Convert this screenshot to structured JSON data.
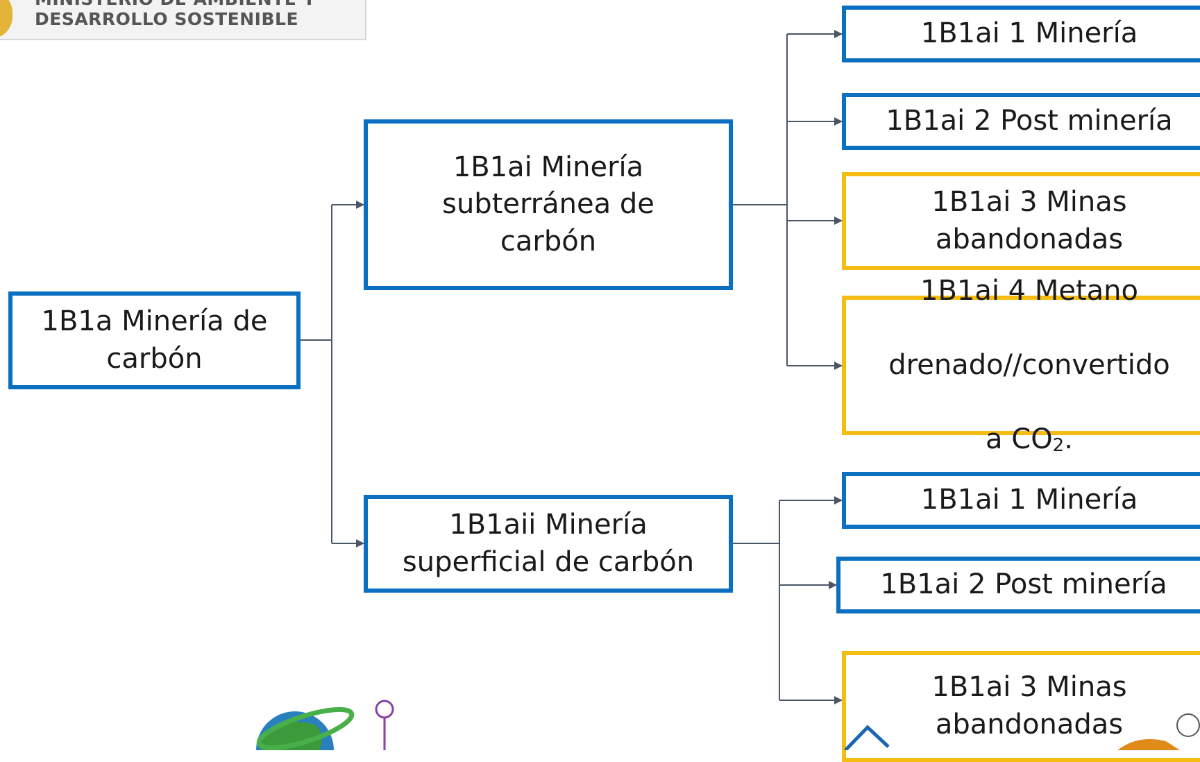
{
  "header": {
    "ministry_line1": "MINISTERIO DE AMBIENTE Y",
    "ministry_line2": "DESARROLLO SOSTENIBLE"
  },
  "diagram": {
    "root": "1B1a Minería de\ncarbón",
    "underground": {
      "label": "1B1ai  Minería\nsubterránea de\ncarbón",
      "children": [
        "1B1ai 1  Minería",
        "1B1ai 2  Post minería",
        "1B1ai 3  Minas\nabandonadas"
      ],
      "methane": {
        "line1": "1B1ai 4  Metano",
        "line2": "drenado//convertido",
        "line3": "a CO",
        "subscript": "2",
        "suffix": "."
      }
    },
    "surface": {
      "label": "1B1aii  Minería\nsuperficial  de carbón",
      "children": [
        "1B1ai 1  Minería",
        "1B1ai 2  Post minería",
        "1B1ai 3  Minas\nabandonadas"
      ]
    }
  },
  "colors": {
    "category_border": "#0b6fc2",
    "highlight_border": "#f5bc12",
    "connector": "#4a5566"
  }
}
